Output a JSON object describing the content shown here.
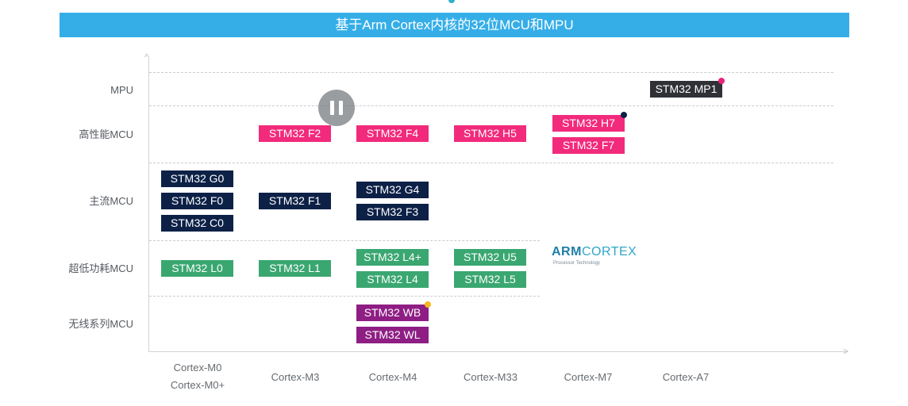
{
  "title": "基于Arm Cortex内核的32位MCU和MPU",
  "rows": [
    {
      "key": "mpu",
      "label": "MPU"
    },
    {
      "key": "hp",
      "label": "高性能MCU"
    },
    {
      "key": "main",
      "label": "主流MCU"
    },
    {
      "key": "ulp",
      "label": "超低功耗MCU"
    },
    {
      "key": "wl",
      "label": "无线系列MCU"
    }
  ],
  "columns": [
    {
      "key": "m0",
      "label": "Cortex-M0",
      "label2": "Cortex-M0+"
    },
    {
      "key": "m3",
      "label": "Cortex-M3"
    },
    {
      "key": "m4",
      "label": "Cortex-M4"
    },
    {
      "key": "m33",
      "label": "Cortex-M33"
    },
    {
      "key": "m7",
      "label": "Cortex-M7"
    },
    {
      "key": "a7",
      "label": "Cortex-A7"
    }
  ],
  "products": [
    {
      "label": "STM32 MP1",
      "row": "mpu",
      "col": "a7",
      "color": "#2f3137"
    },
    {
      "label": "STM32 F2",
      "row": "hp",
      "col": "m3",
      "color": "#f22a7c"
    },
    {
      "label": "STM32 F4",
      "row": "hp",
      "col": "m4",
      "color": "#f22a7c"
    },
    {
      "label": "STM32 H5",
      "row": "hp",
      "col": "m33",
      "color": "#f22a7c"
    },
    {
      "label": "STM32 H7",
      "row": "hp",
      "col": "m7",
      "color": "#f22a7c"
    },
    {
      "label": "STM32 F7",
      "row": "hp",
      "col": "m7",
      "color": "#f22a7c"
    },
    {
      "label": "STM32 G0",
      "row": "main",
      "col": "m0",
      "color": "#0d2147"
    },
    {
      "label": "STM32 F0",
      "row": "main",
      "col": "m0",
      "color": "#0d2147"
    },
    {
      "label": "STM32 C0",
      "row": "main",
      "col": "m0",
      "color": "#0d2147"
    },
    {
      "label": "STM32 F1",
      "row": "main",
      "col": "m3",
      "color": "#0d2147"
    },
    {
      "label": "STM32 G4",
      "row": "main",
      "col": "m4",
      "color": "#0d2147"
    },
    {
      "label": "STM32 F3",
      "row": "main",
      "col": "m4",
      "color": "#0d2147"
    },
    {
      "label": "STM32 L0",
      "row": "ulp",
      "col": "m0",
      "color": "#3aa771"
    },
    {
      "label": "STM32 L1",
      "row": "ulp",
      "col": "m3",
      "color": "#3aa771"
    },
    {
      "label": "STM32 L4+",
      "row": "ulp",
      "col": "m4",
      "color": "#3aa771"
    },
    {
      "label": "STM32 L4",
      "row": "ulp",
      "col": "m4",
      "color": "#3aa771"
    },
    {
      "label": "STM32 U5",
      "row": "ulp",
      "col": "m33",
      "color": "#3aa771"
    },
    {
      "label": "STM32 L5",
      "row": "ulp",
      "col": "m33",
      "color": "#3aa771"
    },
    {
      "label": "STM32 WB",
      "row": "wl",
      "col": "m4",
      "color": "#8e1e84"
    },
    {
      "label": "STM32 WL",
      "row": "wl",
      "col": "m4",
      "color": "#8e1e84"
    }
  ],
  "logo": {
    "brand": "ARM",
    "product": "CORTEX",
    "tagline": "Processor Technology"
  },
  "colors": {
    "title_bar": "#35aee8",
    "navy": "#0d2147",
    "pink": "#f22a7c",
    "green": "#3aa771",
    "purple": "#8e1e84",
    "mpu": "#2f3137"
  },
  "icons": {
    "pause": "pause-icon"
  }
}
